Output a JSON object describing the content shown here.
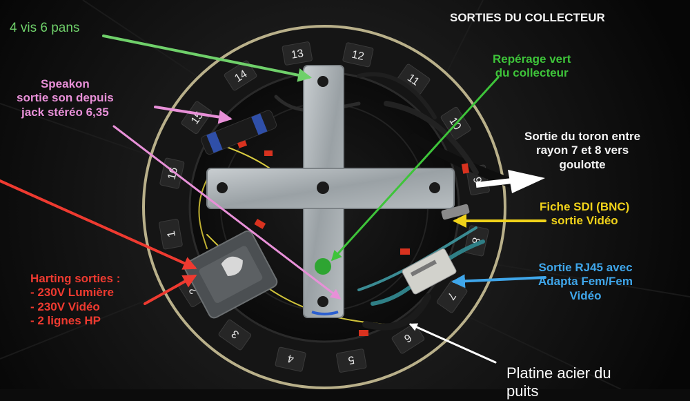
{
  "title": "SORTIES DU COLLECTEUR",
  "labels": {
    "vis": "4 vis 6 pans",
    "speakon": [
      "Speakon",
      "sortie son depuis",
      "jack stéréo 6,35"
    ],
    "reperage": [
      "Repérage vert",
      "du collecteur"
    ],
    "toron": [
      "Sortie du toron entre",
      "rayon 7 et 8 vers",
      "goulotte"
    ],
    "sdi": [
      "Fiche SDI (BNC)",
      "sortie Vidéo"
    ],
    "rj45": [
      "Sortie RJ45 avec",
      "Adapta Fem/Fem",
      "Vidéo"
    ],
    "harting": [
      "Harting sorties :",
      "- 230V Lumière",
      "- 230V Vidéo",
      "- 2 lignes HP"
    ],
    "platine": [
      "Platine acier du",
      "puits"
    ]
  },
  "ring_numbers": [
    "13",
    "12",
    "11",
    "10",
    "9",
    "8",
    "7",
    "6",
    "5",
    "4",
    "3",
    "2",
    "1",
    "16",
    "15",
    "14"
  ],
  "colors": {
    "green_label": "#6fd06a",
    "pink_label": "#e890d8",
    "vivid_green": "#3ec43a",
    "yellow": "#f0d21a",
    "blue": "#3fa6ea",
    "red": "#ee3a30",
    "white": "#ffffff"
  },
  "icons": [
    "arrow-icon"
  ]
}
